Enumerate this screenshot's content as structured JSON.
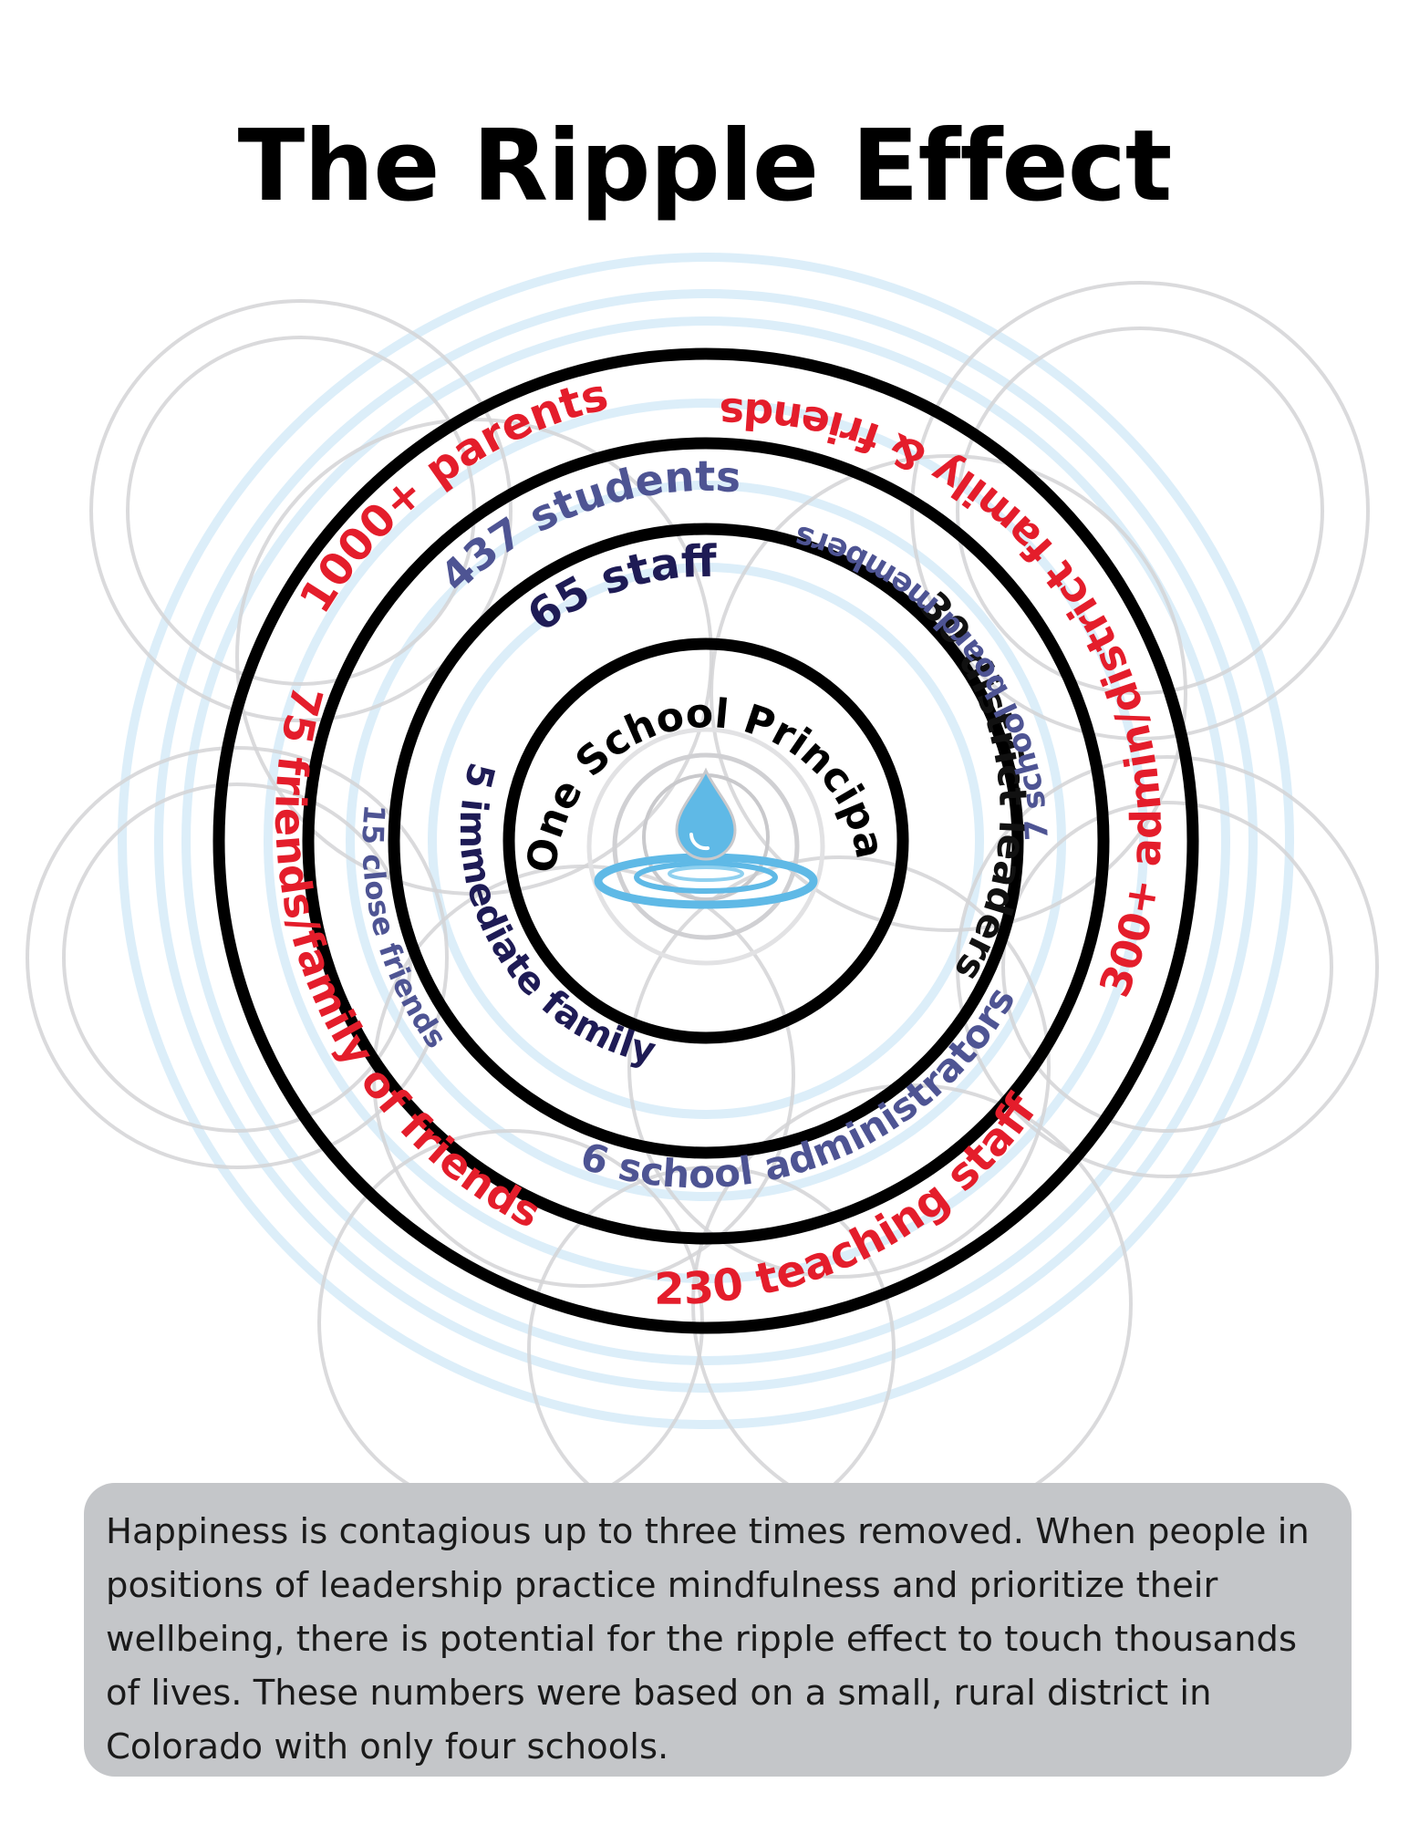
{
  "title": "The Ripple Effect",
  "center": {
    "label": "One School Principal",
    "icon": "water-drop-icon"
  },
  "rings": [
    {
      "id": "inner",
      "labels": [
        {
          "key": "staff",
          "text": "65 staff",
          "color": "#1e1b55"
        },
        {
          "key": "district-leaders",
          "text": "30 district leaders",
          "color": "#111111"
        },
        {
          "key": "immediate-family",
          "text": "5 immediate family",
          "color": "#1e1b55"
        }
      ]
    },
    {
      "id": "middle",
      "labels": [
        {
          "key": "students",
          "text": "437 students",
          "color": "#4e5493"
        },
        {
          "key": "school-board",
          "text": "7 school board members",
          "color": "#4e5493"
        },
        {
          "key": "school-administrators",
          "text": "6 school administrators",
          "color": "#4e5493"
        },
        {
          "key": "close-friends",
          "text": "15 close friends",
          "color": "#4e5493"
        }
      ]
    },
    {
      "id": "outer",
      "labels": [
        {
          "key": "parents",
          "text": "1000+ parents",
          "color": "#e41d2b"
        },
        {
          "key": "admin-district-family",
          "text": "300+ admin/district family & friends",
          "color": "#e41d2b"
        },
        {
          "key": "teaching-staff",
          "text": "230 teaching staff",
          "color": "#e41d2b"
        },
        {
          "key": "friends-family-of-friends",
          "text": "75 friends/family of friends",
          "color": "#e41d2b"
        }
      ]
    }
  ],
  "caption": "Happiness is contagious up to three times removed. When people in positions of leadership practice mindfulness and prioritize their wellbeing, there is potential for the ripple effect to touch thousands of lives. These numbers were based on a small, rural district in Colorado with only four schools.",
  "colors": {
    "ring_stroke": "#000000",
    "ripple_blue": "#dceef9",
    "ripple_gray": "#d4d4d6",
    "drop_blue": "#5fb9e6",
    "caption_bg": "#c4c6c9"
  }
}
